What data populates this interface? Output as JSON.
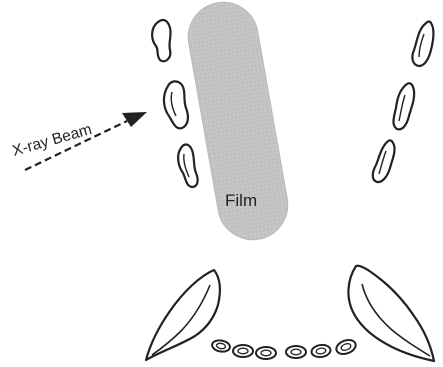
{
  "diagram": {
    "beam_label": "X-ray Beam",
    "film_label": "Film",
    "colors": {
      "background": "#ffffff",
      "film": "#c4c4c4",
      "line": "#222222",
      "text": "#222222"
    },
    "icons": {
      "beam": "dashed-arrow",
      "bone": "skull-outline-fragment",
      "tooth": "tooth-outline"
    }
  }
}
